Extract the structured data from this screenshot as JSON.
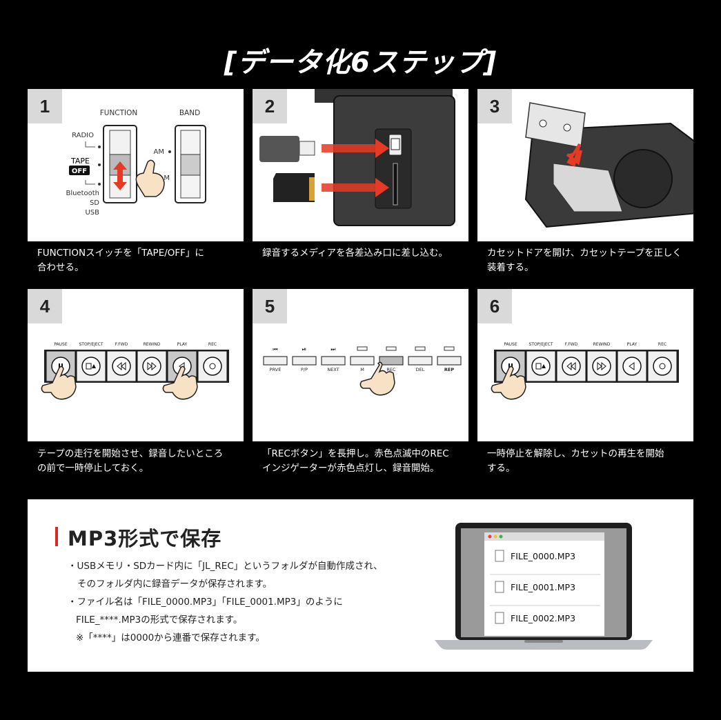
{
  "title": "[データ化6ステップ]",
  "steps": [
    {
      "num": "1",
      "caption_line1": "FUNCTIONスイッチを「TAPE/OFF」に",
      "caption_line2": "合わせる。",
      "labels": {
        "function": "FUNCTION",
        "band": "BAND",
        "radio": "RADIO",
        "tape": "TAPE",
        "off": "OFF",
        "bluetooth": "Bluetooth",
        "sd": "SD",
        "usb": "USB",
        "am": "AM",
        "fm": "M"
      }
    },
    {
      "num": "2",
      "caption_line1": "録音するメディアを各差込み口に差し込む。",
      "caption_line2": ""
    },
    {
      "num": "3",
      "caption_line1": "カセットドアを開け、カセットテープを正しく",
      "caption_line2": "装着する。"
    },
    {
      "num": "4",
      "caption_line1": "テープの走行を開始させ、録音したいところ",
      "caption_line2": "の前で一時停止しておく。"
    },
    {
      "num": "5",
      "caption_line1": "「RECボタン」を長押し。赤色点滅中のREC",
      "caption_line2": "インジゲーターが赤色点灯し、録音開始。"
    },
    {
      "num": "6",
      "caption_line1": "一時停止を解除し、カセットの再生を開始",
      "caption_line2": "する。"
    }
  ],
  "deck_labels": [
    "PAUSE",
    "STOP/EJECT",
    "F.FWD",
    "REWIND",
    "PLAY",
    "REC"
  ],
  "panel_labels": [
    "PRVE",
    "P/P",
    "NEXT",
    "M",
    "REC",
    "DEL",
    "REP"
  ],
  "save": {
    "heading": "MP3形式で保存",
    "line1": "・USBメモリ・SDカード内に「JL_REC」というフォルダが自動作成され、",
    "line2": "そのフォルダ内に録音データが保存されます。",
    "line3": "・ファイル名は「FILE_0000.MP3」「FILE_0001.MP3」のように",
    "line4": "FILE_****.MP3の形式で保存されます。",
    "line5": "※「****」は0000から連番で保存されます。",
    "files": [
      "FILE_0000.MP3",
      "FILE_0001.MP3",
      "FILE_0002.MP3"
    ]
  },
  "colors": {
    "accent_red": "#d42b1e",
    "card_bg": "#ffffff",
    "num_bg": "#d9d9d9",
    "page_bg": "#000000"
  }
}
